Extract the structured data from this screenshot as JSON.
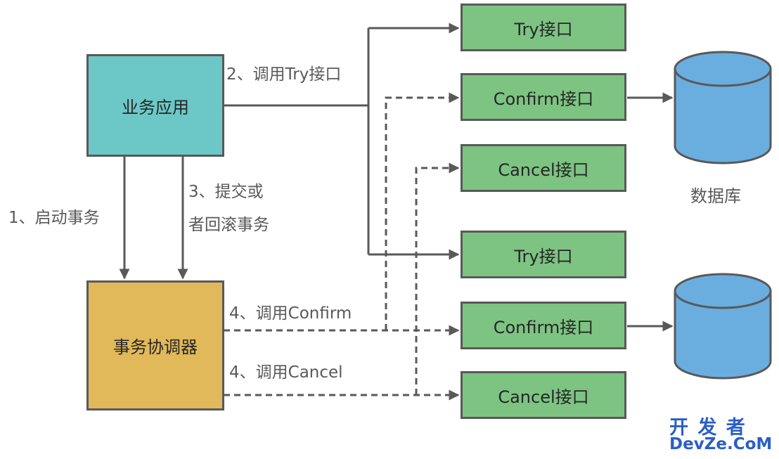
{
  "nodes": {
    "business_app": "业务应用",
    "coordinator": "事务协调器",
    "group1": {
      "try": "Try接口",
      "confirm": "Confirm接口",
      "cancel": "Cancel接口"
    },
    "group2": {
      "try": "Try接口",
      "confirm": "Confirm接口",
      "cancel": "Cancel接口"
    },
    "database_label": "数据库"
  },
  "edges": {
    "start_tx": "1、启动事务",
    "call_try": "2、调用Try接口",
    "commit_rollback_line1": "3、提交或",
    "commit_rollback_line2": "者回滚事务",
    "call_confirm": "4、调用Confirm",
    "call_cancel": "4、调用Cancel"
  },
  "watermark": {
    "top": "开 发 者",
    "bottom": "DevZe.CoM"
  },
  "colors": {
    "business_app": "#6cc8c7",
    "coordinator": "#e1b85a",
    "interface": "#7dc482",
    "database": "#6aaee0",
    "line": "#595959"
  }
}
